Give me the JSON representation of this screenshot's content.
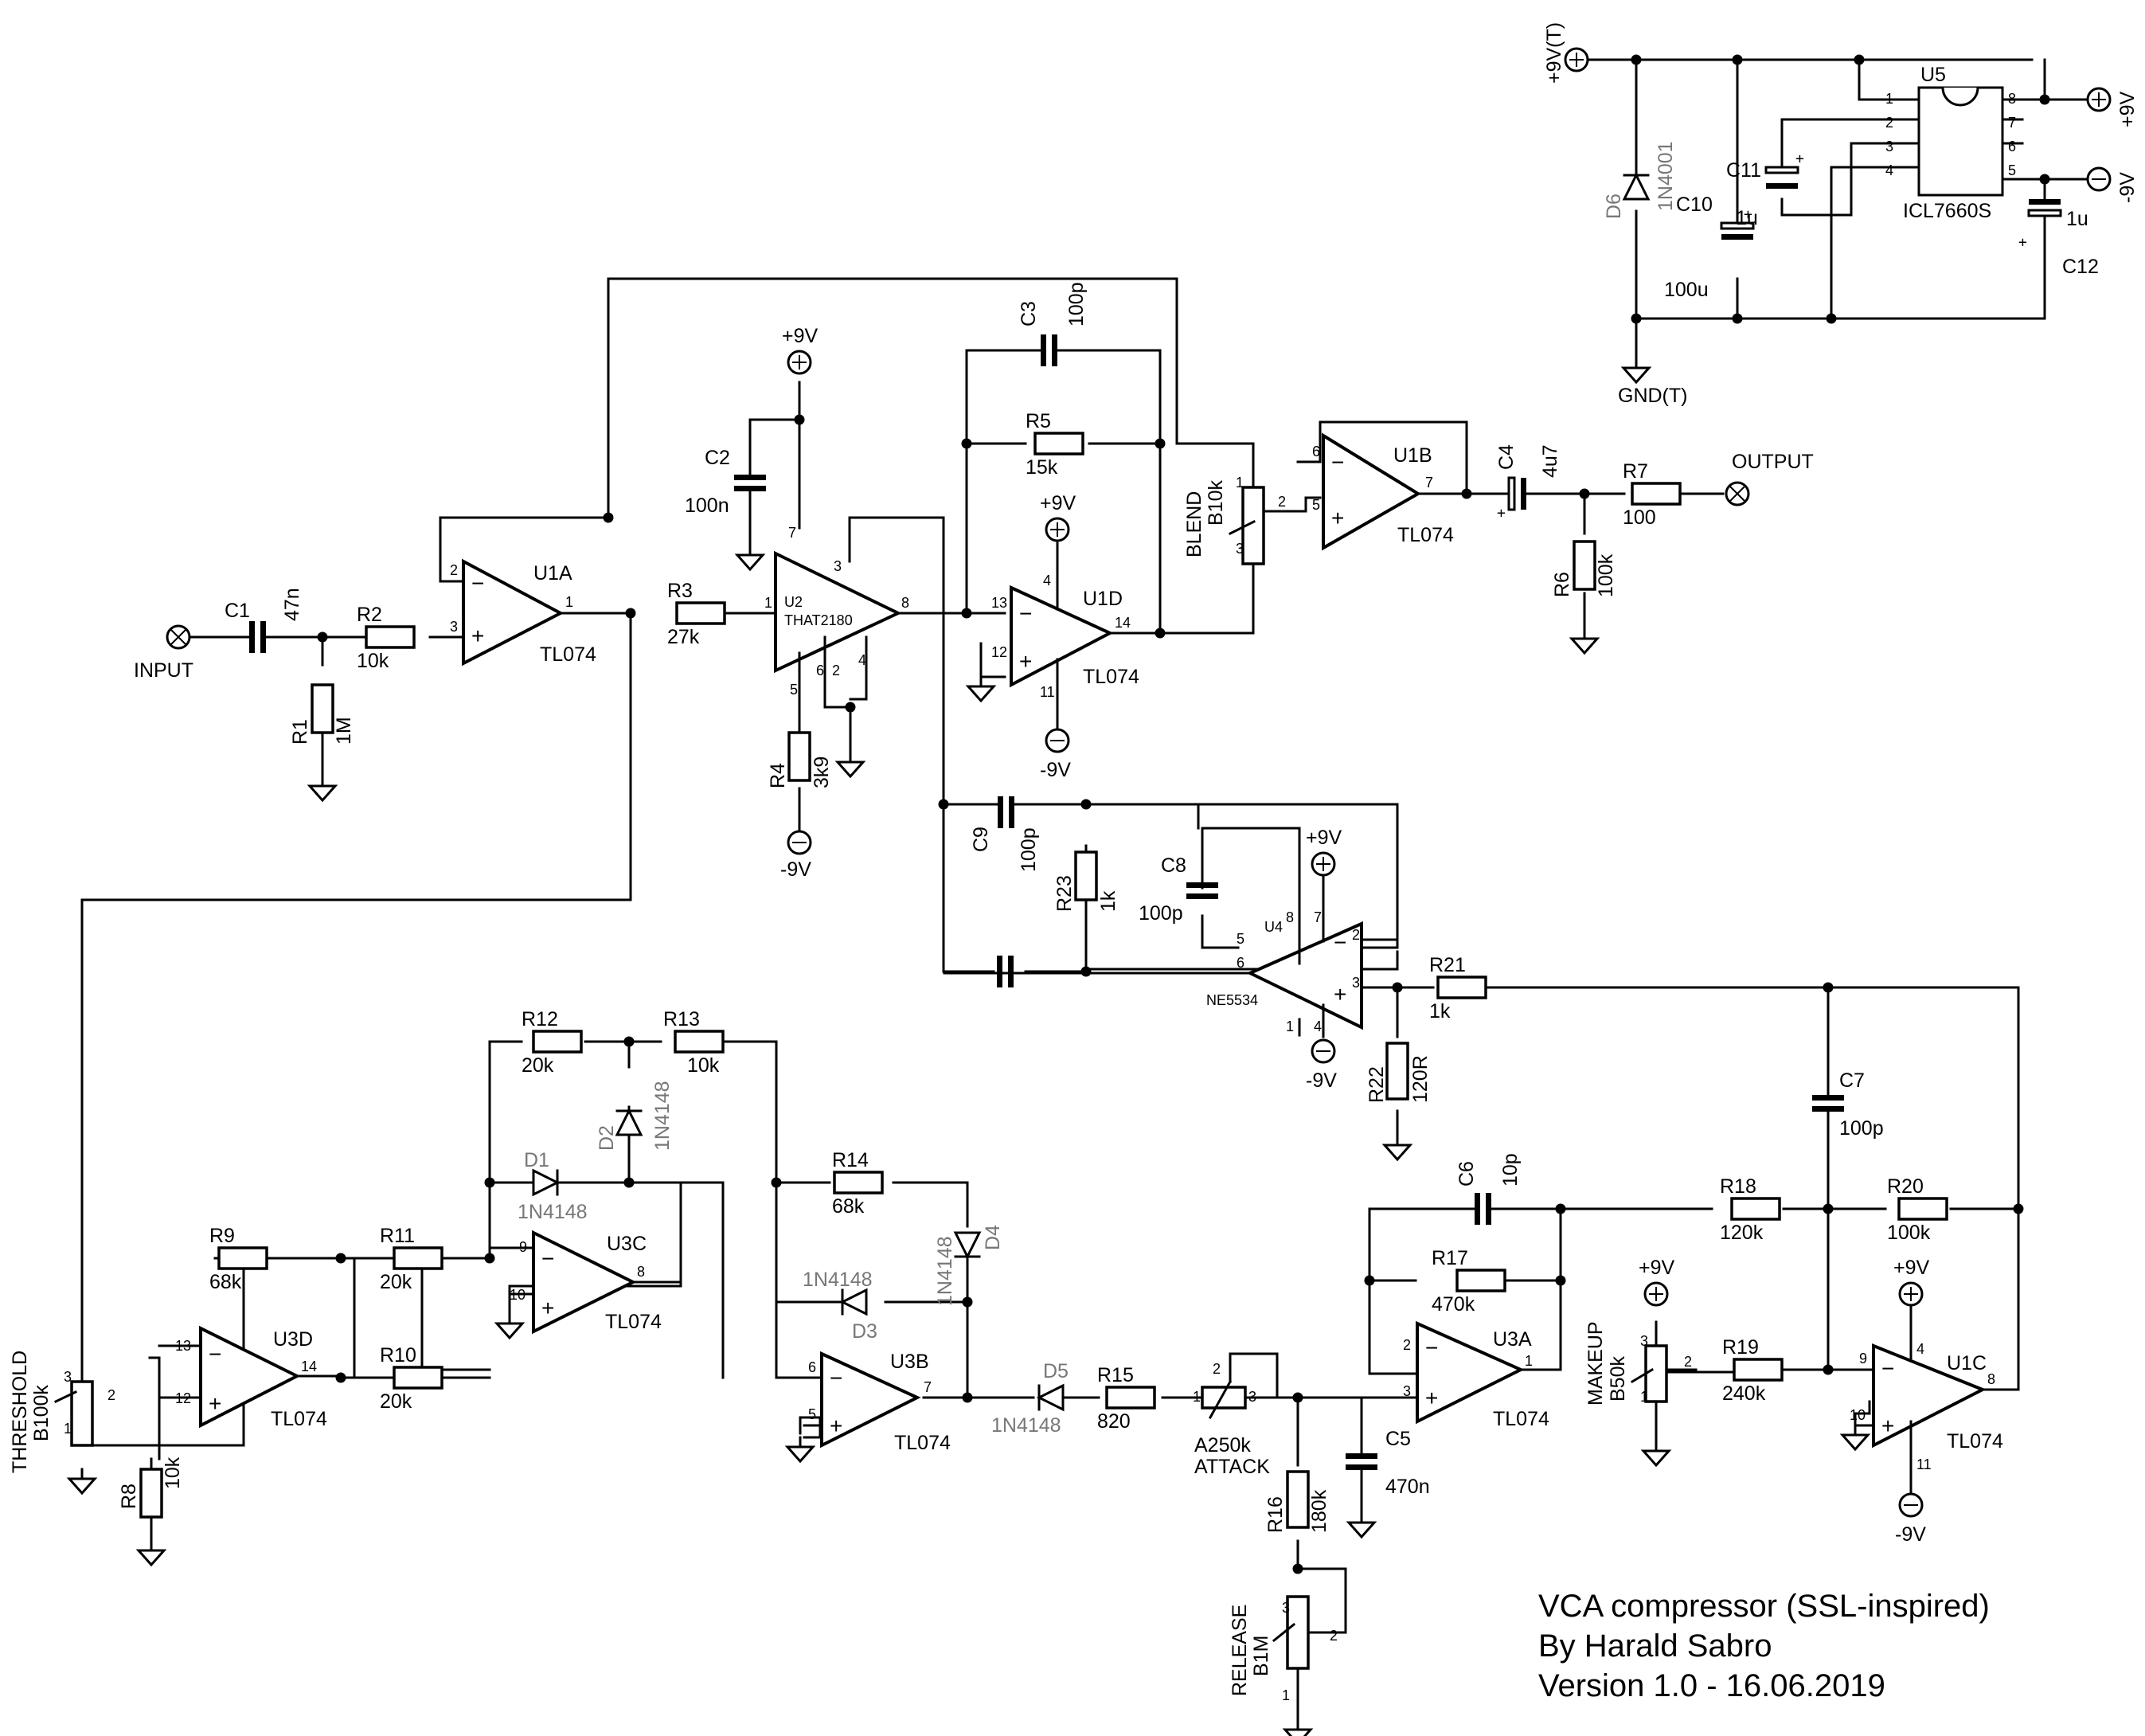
{
  "title": {
    "line1": "VCA compressor (SSL-inspired)",
    "line2": "By Harald Sabro",
    "line3": "Version 1.0 - 16.06.2019"
  },
  "ports": {
    "input": "INPUT",
    "output": "OUTPUT",
    "gnd_t": "GND(T)",
    "vplus_t": "+9V(T)",
    "vplus": "+9V",
    "vminus": "-9V"
  },
  "opamps": {
    "U1A": {
      "ref": "U1A",
      "value": "TL074"
    },
    "U1B": {
      "ref": "U1B",
      "value": "TL074"
    },
    "U1C": {
      "ref": "U1C",
      "value": "TL074"
    },
    "U1D": {
      "ref": "U1D",
      "value": "TL074"
    },
    "U3A": {
      "ref": "U3A",
      "value": "TL074"
    },
    "U3B": {
      "ref": "U3B",
      "value": "TL074"
    },
    "U3C": {
      "ref": "U3C",
      "value": "TL074"
    },
    "U3D": {
      "ref": "U3D",
      "value": "TL074"
    },
    "U2": {
      "ref": "U2",
      "value": "THAT2180"
    },
    "U4": {
      "ref": "U4",
      "value": "NE5534"
    },
    "U5": {
      "ref": "U5",
      "value": "ICL7660S"
    }
  },
  "resistors": {
    "R1": {
      "ref": "R1",
      "value": "1M"
    },
    "R2": {
      "ref": "R2",
      "value": "10k"
    },
    "R3": {
      "ref": "R3",
      "value": "27k"
    },
    "R4": {
      "ref": "R4",
      "value": "3k9"
    },
    "R5": {
      "ref": "R5",
      "value": "15k"
    },
    "R6": {
      "ref": "R6",
      "value": "100k"
    },
    "R7": {
      "ref": "R7",
      "value": "100"
    },
    "R8": {
      "ref": "R8",
      "value": "10k"
    },
    "R9": {
      "ref": "R9",
      "value": "68k"
    },
    "R10": {
      "ref": "R10",
      "value": "20k"
    },
    "R11": {
      "ref": "R11",
      "value": "20k"
    },
    "R12": {
      "ref": "R12",
      "value": "20k"
    },
    "R13": {
      "ref": "R13",
      "value": "10k"
    },
    "R14": {
      "ref": "R14",
      "value": "68k"
    },
    "R15": {
      "ref": "R15",
      "value": "820"
    },
    "R16": {
      "ref": "R16",
      "value": "180k"
    },
    "R17": {
      "ref": "R17",
      "value": "470k"
    },
    "R18": {
      "ref": "R18",
      "value": "120k"
    },
    "R19": {
      "ref": "R19",
      "value": "240k"
    },
    "R20": {
      "ref": "R20",
      "value": "100k"
    },
    "R21": {
      "ref": "R21",
      "value": "1k"
    },
    "R22": {
      "ref": "R22",
      "value": "120R"
    },
    "R23": {
      "ref": "R23",
      "value": "1k"
    }
  },
  "capacitors": {
    "C1": {
      "ref": "C1",
      "value": "47n"
    },
    "C2": {
      "ref": "C2",
      "value": "100n"
    },
    "C3": {
      "ref": "C3",
      "value": "100p"
    },
    "C4": {
      "ref": "C4",
      "value": "4u7"
    },
    "C5": {
      "ref": "C5",
      "value": "470n"
    },
    "C6": {
      "ref": "C6",
      "value": "10p"
    },
    "C7": {
      "ref": "C7",
      "value": "100p"
    },
    "C8": {
      "ref": "C8",
      "value": "100p"
    },
    "C9": {
      "ref": "C9",
      "value": "100p"
    },
    "C10": {
      "ref": "C10",
      "value": "100u"
    },
    "C11": {
      "ref": "C11",
      "value": "1u"
    },
    "C12": {
      "ref": "C12",
      "value": "1u"
    }
  },
  "diodes": {
    "D1": {
      "ref": "D1",
      "value": "1N4148"
    },
    "D2": {
      "ref": "D2",
      "value": "1N4148"
    },
    "D3": {
      "ref": "D3",
      "value": "1N4148"
    },
    "D4": {
      "ref": "D4",
      "value": "1N4148"
    },
    "D5": {
      "ref": "D5",
      "value": "1N4148"
    },
    "D6": {
      "ref": "D6",
      "value": "1N4001"
    }
  },
  "pots": {
    "blend": {
      "name": "BLEND",
      "value": "B10k"
    },
    "threshold": {
      "name": "THRESHOLD",
      "value": "B100k"
    },
    "attack": {
      "name": "ATTACK",
      "value": "A250k"
    },
    "release": {
      "name": "RELEASE",
      "value": "B1M"
    },
    "makeup": {
      "name": "MAKEUP",
      "value": "B50k"
    }
  },
  "pins": {
    "p1": "1",
    "p2": "2",
    "p3": "3",
    "p4": "4",
    "p5": "5",
    "p6": "6",
    "p7": "7",
    "p8": "8",
    "p9": "9",
    "p10": "10",
    "p11": "11",
    "p12": "12",
    "p13": "13",
    "p14": "14"
  },
  "signs": {
    "minus": "−",
    "plus": "+"
  }
}
